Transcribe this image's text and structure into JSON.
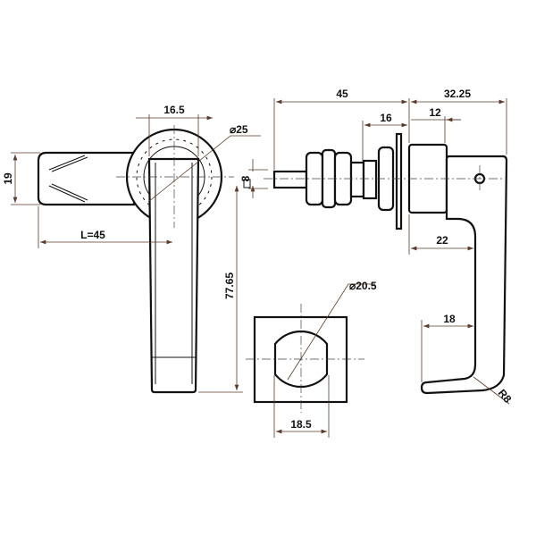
{
  "dimensions": {
    "top_width": "16.5",
    "rosette_diameter": "⌀25",
    "handle_height": "19",
    "lever_length": "L=45",
    "square_size": "8",
    "handle_length": "77.65",
    "overall_length": "45",
    "side_width": "32.25",
    "thread_length": "16",
    "body_width": "12",
    "handle_offset": "22",
    "grip_depth": "18",
    "bend_radius": "R8",
    "cutout_diameter": "⌀20.5",
    "cutout_width": "18.5"
  }
}
